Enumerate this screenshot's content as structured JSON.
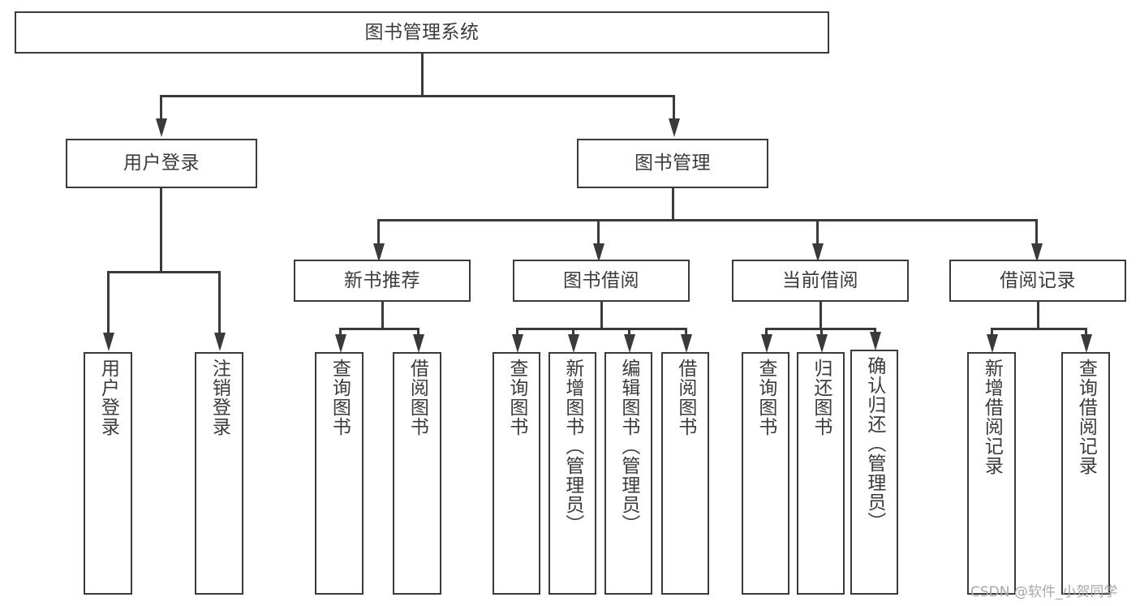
{
  "diagram": {
    "kind": "tree-chart",
    "title_node": {
      "label": "图书管理系统"
    },
    "watermark": "CSDN @软件_小贺同学",
    "colors": {
      "stroke": "#3a3a3a",
      "text": "#3b3b3b",
      "background": "#ffffff",
      "watermark": "#a8a8a8"
    },
    "level2": [
      {
        "label": "用户登录"
      },
      {
        "label": "图书管理"
      }
    ],
    "level3": [
      {
        "label": "新书推荐"
      },
      {
        "label": "图书借阅"
      },
      {
        "label": "当前借阅"
      },
      {
        "label": "借阅记录"
      }
    ],
    "leaves": {
      "user_login": [
        {
          "label": "用户登录"
        },
        {
          "label": "注销登录"
        }
      ],
      "new_book_recommend": [
        {
          "label": "查询图书"
        },
        {
          "label": "借阅图书"
        }
      ],
      "book_borrow": [
        {
          "label": "查询图书"
        },
        {
          "label": "新增图书（管理员）"
        },
        {
          "label": "编辑图书（管理员）"
        },
        {
          "label": "借阅图书"
        }
      ],
      "current_borrow": [
        {
          "label": "查询图书"
        },
        {
          "label": "归还图书"
        },
        {
          "label": "确认归还（管理员）"
        }
      ],
      "borrow_record": [
        {
          "label": "新增借阅记录"
        },
        {
          "label": "查询借阅记录"
        }
      ]
    }
  }
}
